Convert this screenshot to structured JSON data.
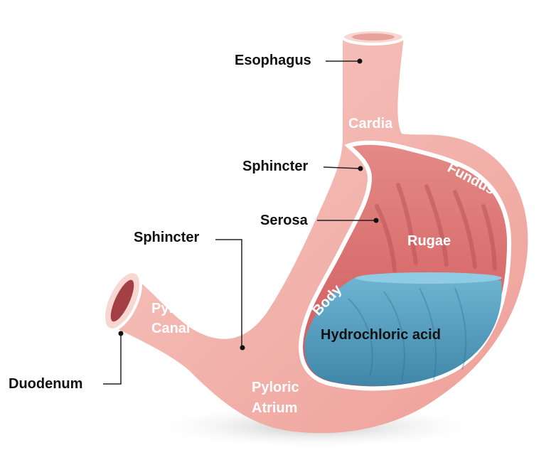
{
  "callouts": {
    "esophagus": "Esophagus",
    "sphincter_upper": "Sphincter",
    "serosa": "Serosa",
    "sphincter_lower": "Sphincter",
    "duodenum": "Duodenum",
    "hydrochloric_acid": "Hydrochloric acid"
  },
  "regions": {
    "cardia": "Cardia",
    "fundus": "Fundus",
    "rugae": "Rugae",
    "body": "Body",
    "pyloric_canal_line1": "Pyloric",
    "pyloric_canal_line2": "Canal",
    "pyloric_atrium_line1": "Pyloric",
    "pyloric_atrium_line2": "Atrium"
  },
  "colors": {
    "stomach_wall": "#f2b3ad",
    "stomach_light": "#f8ccc6",
    "inner_lining": "#d9696b",
    "acid": "#4d9bbd",
    "rim": "#ffffff"
  }
}
